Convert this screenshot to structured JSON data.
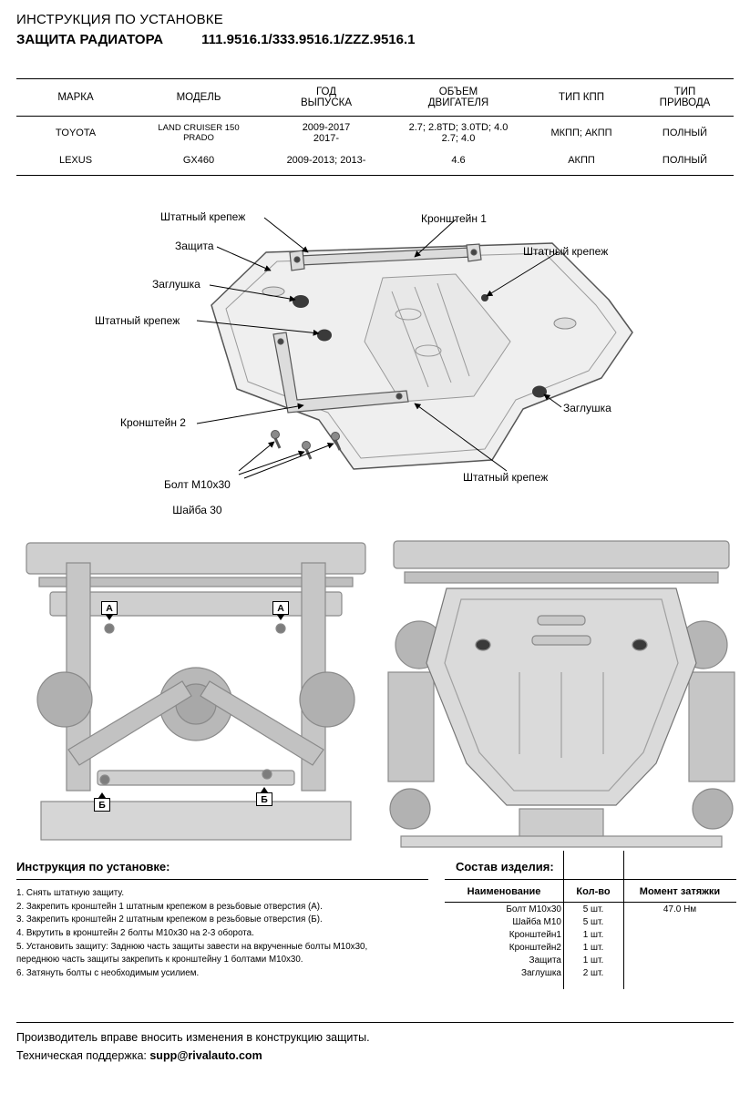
{
  "header": {
    "title": "ИНСТРУКЦИЯ ПО УСТАНОВКЕ",
    "product": "ЗАЩИТА РАДИАТОРА",
    "part_numbers": "111.9516.1/333.9516.1/ZZZ.9516.1"
  },
  "fitment_table": {
    "headers": [
      "МАРКА",
      "МОДЕЛЬ",
      "ГОД\nВЫПУСКА",
      "ОБЪЕМ\nДВИГАТЕЛЯ",
      "ТИП КПП",
      "ТИП\nПРИВОДА"
    ],
    "rows": [
      [
        "TOYOTA",
        "LAND CRUISER 150\nPRADO",
        "2009-2017\n2017-",
        "2.7; 2.8TD; 3.0TD; 4.0\n2.7; 4.0",
        "МКПП; АКПП",
        "ПОЛНЫЙ"
      ],
      [
        "LEXUS",
        "GX460",
        "2009-2013; 2013-",
        "4.6",
        "АКПП",
        "ПОЛНЫЙ"
      ]
    ]
  },
  "diagram": {
    "labels": {
      "fastener_top": "Штатный крепеж",
      "bracket1": "Кронштейн 1",
      "fastener_right": "Штатный крепеж",
      "shield": "Защита",
      "plug_left": "Заглушка",
      "fastener_left": "Штатный крепеж",
      "bracket2": "Кронштейн 2",
      "bolt": "Болт М10х30",
      "washer": "Шайба 30",
      "fastener_bottom": "Штатный крепеж",
      "plug_right": "Заглушка"
    }
  },
  "photos": {
    "markers": [
      "А",
      "А",
      "Б",
      "Б"
    ]
  },
  "instructions": {
    "title": "Инструкция по установке:",
    "steps": [
      "1. Снять штатную защиту.",
      "2. Закрепить кронштейн 1 штатным крепежом в резьбовые отверстия (А).",
      "3. Закрепить кронштейн 2 штатным крепежом в резьбовые отверстия (Б).",
      "4. Вкрутить в кронштейн 2 болты М10х30 на 2-3 оборота.",
      "5. Установить защиту: Заднюю часть защиты завести на вкрученные болты М10х30,\nпереднюю часть защиты закрепить к кронштейну 1 болтами М10х30.",
      "6. Затянуть болты с необходимым усилием."
    ]
  },
  "components": {
    "title": "Состав изделия:",
    "headers": [
      "Наименование",
      "Кол-во",
      "Момент затяжки"
    ],
    "rows": [
      [
        "Болт М10х30",
        "5 шт.",
        "47.0 Нм"
      ],
      [
        "Шайба М10",
        "5 шт.",
        ""
      ],
      [
        "Кронштейн1",
        "1 шт.",
        ""
      ],
      [
        "Кронштейн2",
        "1 шт.",
        ""
      ],
      [
        "Защита",
        "1 шт.",
        ""
      ],
      [
        "Заглушка",
        "2 шт.",
        ""
      ]
    ]
  },
  "footer": {
    "note": "Производитель вправе вносить изменения в конструкцию защиты.",
    "support_label": "Техническая поддержка:",
    "support_email": "supp@rivalauto.com"
  }
}
